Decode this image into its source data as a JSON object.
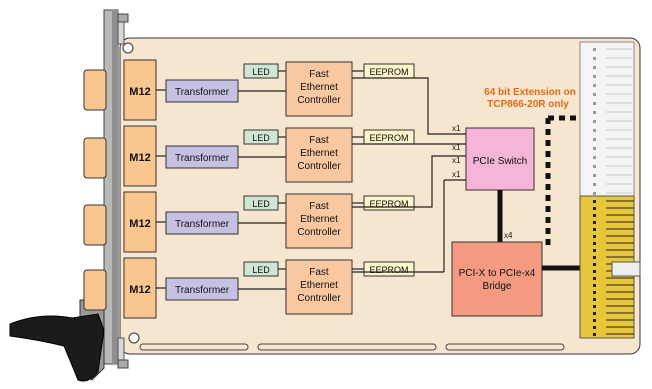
{
  "blocks": {
    "m12": "M12",
    "transformer": "Transformer",
    "led": "LED",
    "controller": [
      "Fast",
      "Ethernet",
      "Controller"
    ],
    "eeprom": "EEPROM",
    "pcie_switch": "PCIe Switch",
    "bridge": [
      "PCI-X to PCIe-x4",
      "Bridge"
    ]
  },
  "lanes": {
    "x1": "x1",
    "x4": "x4"
  },
  "note": [
    "64 bit Extension on",
    "TCP866-20R only"
  ],
  "colors": {
    "board": "#f6e6d0",
    "m12": "#f9c690",
    "transformer": "#c6c1e2",
    "led": "#cfe7d2",
    "controller": "#f9c8a0",
    "eeprom": "#fbf5c8",
    "pcie_switch": "#f6b4d6",
    "bridge": "#f39a80",
    "note": "#e36a14",
    "connector": "#e6c63a"
  }
}
